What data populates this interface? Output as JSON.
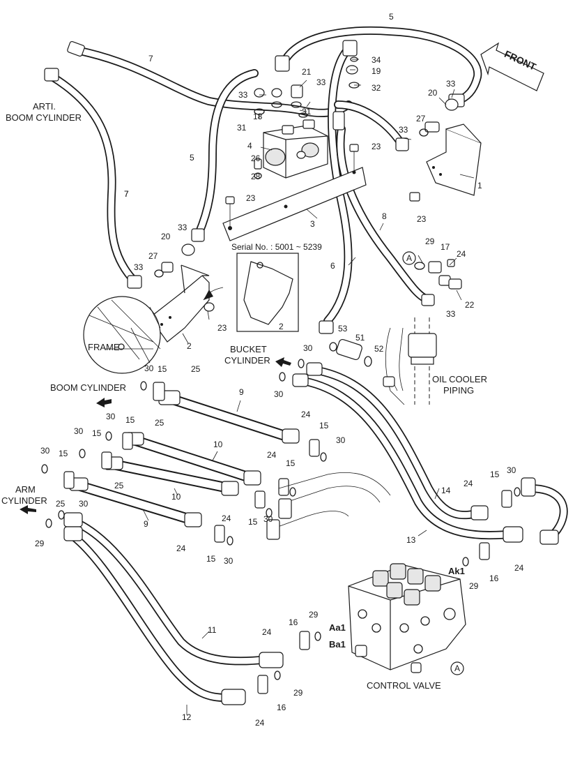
{
  "labels": {
    "arti_boom_cylinder_1": "ARTI.",
    "arti_boom_cylinder_2": "BOOM CYLINDER",
    "front": "FRONT",
    "serial": "Serial No. : 5001 ~ 5239",
    "frame": "FRAME",
    "bucket_cylinder_1": "BUCKET",
    "bucket_cylinder_2": "CYLINDER",
    "oil_cooler_1": "OIL COOLER",
    "oil_cooler_2": "PIPING",
    "boom_cylinder": "BOOM CYLINDER",
    "arm_cylinder_1": "ARM",
    "arm_cylinder_2": "CYLINDER",
    "control_valve": "CONTROL VALVE",
    "port_ak1": "Ak1",
    "port_aa1": "Aa1",
    "port_ba1": "Ba1",
    "ref_a": "A"
  },
  "callouts": [
    "5",
    "7",
    "34",
    "19",
    "21",
    "33",
    "32",
    "33",
    "20",
    "33",
    "7",
    "18",
    "31",
    "31",
    "27",
    "33",
    "4",
    "23",
    "26",
    "5",
    "28",
    "1",
    "7",
    "23",
    "23",
    "3",
    "20",
    "33",
    "27",
    "33",
    "8",
    "29",
    "17",
    "24",
    "6",
    "22",
    "33",
    "2",
    "23",
    "53",
    "51",
    "52",
    "2",
    "30",
    "30",
    "15",
    "25",
    "30",
    "9",
    "24",
    "15",
    "30",
    "25",
    "15",
    "30",
    "15",
    "10",
    "24",
    "15",
    "30",
    "30",
    "15",
    "25",
    "10",
    "25",
    "30",
    "24",
    "9",
    "15",
    "30",
    "24",
    "15",
    "30",
    "14",
    "24",
    "15",
    "30",
    "29",
    "13",
    "24",
    "29",
    "16",
    "11",
    "24",
    "16",
    "29",
    "29",
    "12",
    "16",
    "24"
  ]
}
